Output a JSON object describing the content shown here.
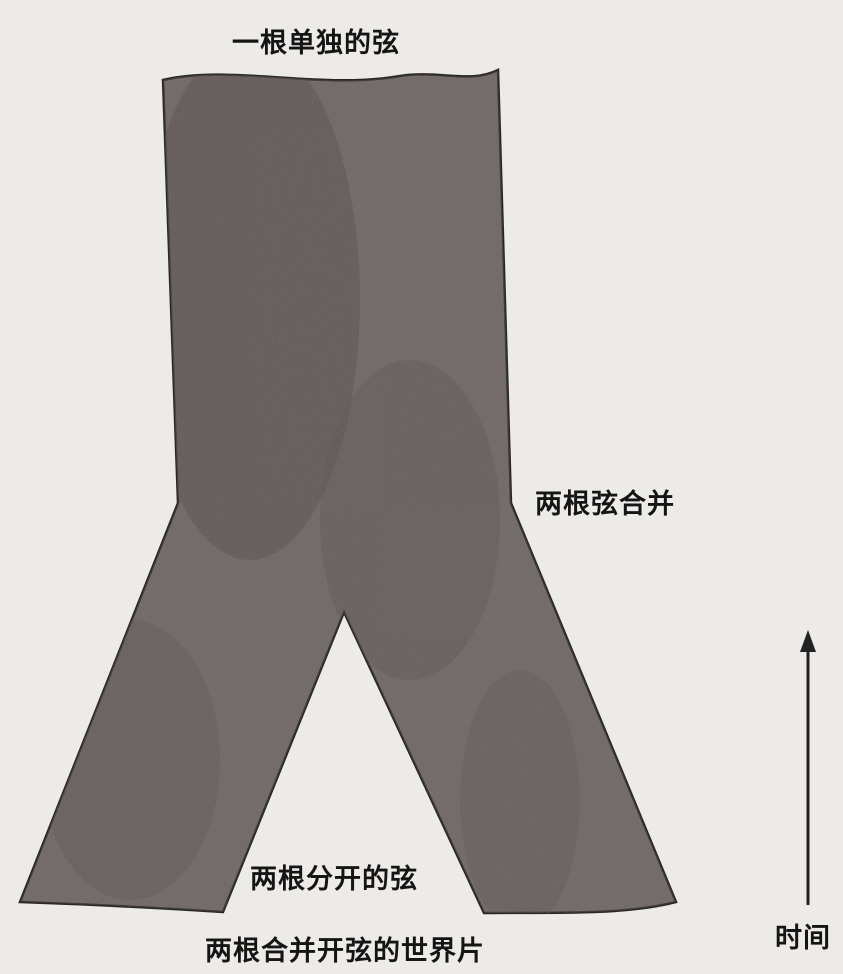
{
  "figure": {
    "labels": {
      "single_string": "一根单独的弦",
      "strings_merge": "两根弦合并",
      "separate_strings": "两根分开的弦",
      "caption": "两根合并开弦的世界片",
      "time_axis": "时间"
    },
    "colors": {
      "background": "#ecebe8",
      "sheet": "#6f6866",
      "outline": "#2a2624",
      "arrow": "#222222",
      "text": "#151515"
    }
  }
}
